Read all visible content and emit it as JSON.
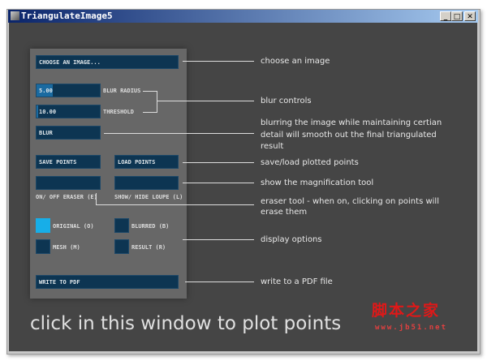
{
  "window": {
    "title": "TriangulateImage5",
    "minimize": "_",
    "maximize": "□",
    "close": "✕"
  },
  "panel": {
    "choose_image": "Choose an image...",
    "blur_radius": {
      "value": "5.00",
      "label": "Blur Radius",
      "fill_fraction": 0.25
    },
    "threshold": {
      "value": "10.00",
      "label": "Threshold",
      "fill_fraction": 0.03
    },
    "blur": "Blur",
    "save_points": "Save Points",
    "load_points": "Load Points",
    "eraser_label": "On/ Off Eraser (E)",
    "loupe_label": "Show/ Hide Loupe (L)",
    "display": [
      {
        "label": "Original (O)",
        "checked": true
      },
      {
        "label": "Blurred (B)",
        "checked": false
      },
      {
        "label": "Mesh (M)",
        "checked": false
      },
      {
        "label": "Result (R)",
        "checked": false
      }
    ],
    "write_pdf": "Write to PDF"
  },
  "notes": {
    "choose": "choose an image",
    "blur_controls": "blur controls",
    "blur_desc": "blurring the image while maintaining certian detail will smooth out the final triangulated result",
    "save_load": "save/load plotted points",
    "loupe": "show the magnification tool",
    "eraser": "eraser tool - when on, clicking on points will erase them",
    "display": "display options",
    "pdf": "write to a PDF file"
  },
  "hint": "click in this window to plot points",
  "watermark": {
    "title": "脚本之家",
    "url": "www.jb51.net"
  },
  "colors": {
    "control": "#0d3552",
    "checked": "#17aee8",
    "background": "#454545"
  }
}
